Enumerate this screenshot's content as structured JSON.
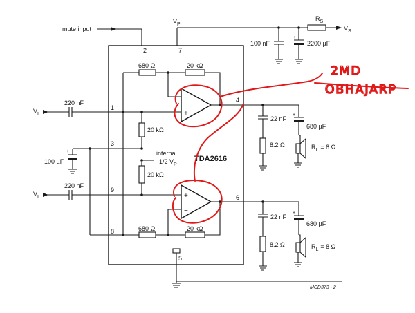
{
  "labels": {
    "mute_input": "mute input",
    "vp": "V",
    "vp_sub": "P",
    "vs": "V",
    "vs_sub": "S",
    "rs": "R",
    "rs_sub": "S",
    "cap_100n": "100 nF",
    "cap_2200u": "2200 µF",
    "res_680_top": "680 Ω",
    "res_20k_top": "20 kΩ",
    "cap_220n_top": "220 nF",
    "vi": "V",
    "vi_sub": "I",
    "res_20k_mid1": "20 kΩ",
    "res_20k_mid2": "20 kΩ",
    "internal": "internal",
    "half_vp": "1/2 V",
    "half_vp_sub": "P",
    "chip_name": "TDA2616",
    "cap_100u": "100 µF",
    "cap_220n_bot": "220 nF",
    "cap_22n_top": "22 nF",
    "res_82_top": "8.2 Ω",
    "cap_680u_top": "680 µF",
    "rl_top": "R",
    "rl_top_sub": "L",
    "rl_top_val": "= 8 Ω",
    "cap_22n_bot": "22 nF",
    "res_82_bot": "8.2 Ω",
    "cap_680u_bot": "680 µF",
    "rl_bot": "R",
    "rl_bot_sub": "L",
    "rl_bot_val": "= 8 Ω",
    "res_680_bot": "680 Ω",
    "res_20k_bot": "20 kΩ",
    "drawing_code": "MCD373 - 2"
  },
  "pins": {
    "p1": "1",
    "p2": "2",
    "p3": "3",
    "p4": "4",
    "p5": "5",
    "p6": "6",
    "p7": "7",
    "p8": "8",
    "p9": "9"
  },
  "opamp_signs": {
    "minus": "−",
    "plus": "+"
  },
  "annotation": {
    "line1": "2MD",
    "line2": "OBHAJARP",
    "color": "#e01818"
  }
}
